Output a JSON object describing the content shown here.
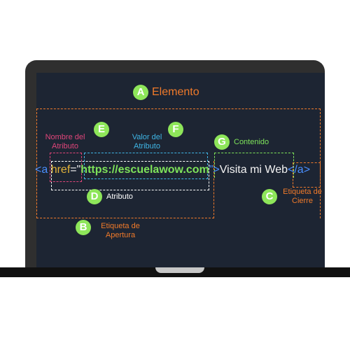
{
  "diagram": {
    "element": {
      "badge": "A",
      "label": "Elemento"
    },
    "opening_tag": {
      "badge": "B",
      "label_line1": "Etiqueta de",
      "label_line2": "Apertura"
    },
    "closing_tag": {
      "badge": "C",
      "label_line1": "Etiqueta de",
      "label_line2": "Cierre"
    },
    "attribute": {
      "badge": "D",
      "label": "Atributo"
    },
    "attribute_name": {
      "badge": "E",
      "label_line1": "Nombre del",
      "label_line2": "Atributo"
    },
    "attribute_value": {
      "badge": "F",
      "label_line1": "Valor del",
      "label_line2": "Atributo"
    },
    "content": {
      "badge": "G",
      "label": "Contenido"
    }
  },
  "code": {
    "open_bracket": "<a ",
    "attr_name": "href",
    "equals_quote": "=\"",
    "url": "https://escuelawow.com",
    "quote_close": "\">",
    "content": "Visita mi Web",
    "closing": "</a>"
  },
  "colors": {
    "element": "#f07a2a",
    "opening_tag": "#f07a2a",
    "closing_tag": "#f07a2a",
    "attribute": "#ffffff",
    "attribute_name": "#e0457a",
    "attribute_value": "#3fb6e6",
    "content": "#7ee35a",
    "badge": "#8ee65a"
  }
}
